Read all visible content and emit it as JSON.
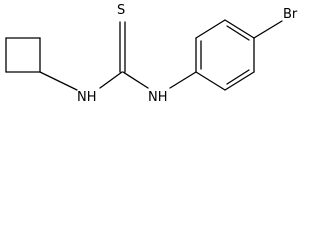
{
  "molecule": {
    "atoms": {
      "sulfur": "S",
      "nh_left": "NH",
      "nh_right": "NH",
      "bromine": "Br"
    }
  },
  "colors": {
    "bond": "#000000",
    "label": "#000000",
    "background": "#ffffff"
  }
}
